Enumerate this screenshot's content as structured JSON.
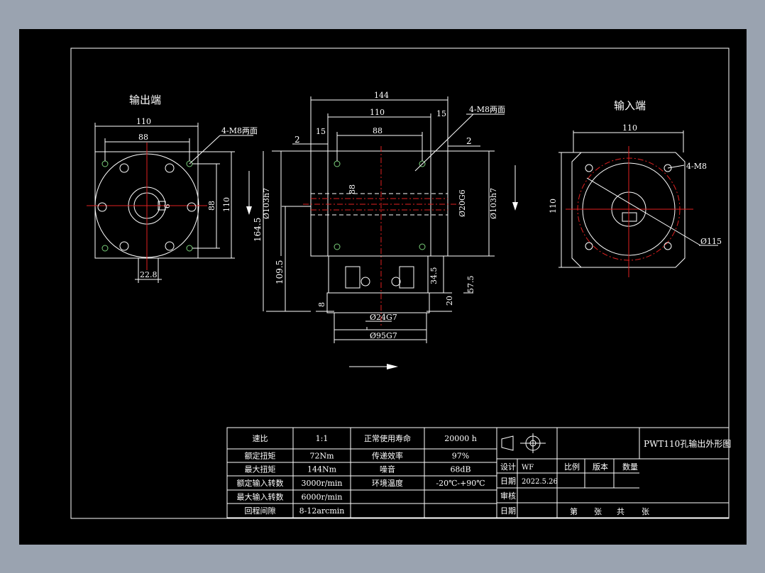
{
  "views": {
    "output_title": "输出端",
    "input_title": "输入端"
  },
  "left_view": {
    "dim_110_top": "110",
    "dim_88_top": "88",
    "callout_holes": "4-M8两面",
    "dim_88_side": "88",
    "dim_110_side": "110",
    "dim_22_8": "22.8",
    "dim_6": "6"
  },
  "middle_view": {
    "dim_144": "144",
    "dim_110": "110",
    "dim_15_right": "15",
    "callout_holes": "4-M8两面",
    "dim_2_left": "2",
    "dim_15_left": "15",
    "dim_88": "88",
    "dim_2_right": "2",
    "dim_88_vert": "88",
    "dim_103_left": "Ø103h7",
    "dim_20g6": "Ø20G6",
    "dim_103_right": "Ø103h7",
    "dim_164_5": "164.5",
    "dim_109_5": "109.5",
    "dim_34_5": "34.5",
    "dim_57_5": "57.5",
    "dim_8": "8",
    "dim_20": "20",
    "dim_24g7": "Ø24G7",
    "dim_95g7": "Ø95G7"
  },
  "right_view": {
    "dim_110_top": "110",
    "callout_holes": "4-M8",
    "dim_110_side": "110",
    "dim_115": "Ø115"
  },
  "spec_table": {
    "rows": [
      [
        "速比",
        "1:1",
        "正常使用寿命",
        "20000 h"
      ],
      [
        "额定扭矩",
        "72Nm",
        "传递效率",
        "97%"
      ],
      [
        "最大扭矩",
        "144Nm",
        "噪音",
        "68dB"
      ],
      [
        "额定输入转数",
        "3000r/min",
        "环境温度",
        "-20℃-+90℃"
      ],
      [
        "最大输入转数",
        "6000r/min",
        "",
        ""
      ],
      [
        "回程间隙",
        "8-12arcmin",
        "",
        ""
      ]
    ]
  },
  "title_block": {
    "drawing_title": "PWT110孔输出外形图",
    "design_label": "设计",
    "designer": "WF",
    "scale_label": "比例",
    "version_label": "版本",
    "qty_label": "数量",
    "date_label_1": "日期",
    "date_value": "2022.5.26",
    "review_label": "审核",
    "date_label_2": "日期",
    "sheet_no": "第",
    "sheet_zhang": "张",
    "sheet_gong": "共",
    "sheet_zhang2": "张"
  },
  "colors": {
    "background": "#000000",
    "frame": "#ffffff",
    "centerline": "#e02020",
    "hole_marker": "#7ad07a",
    "outer_surround": "#9aa3b0"
  }
}
